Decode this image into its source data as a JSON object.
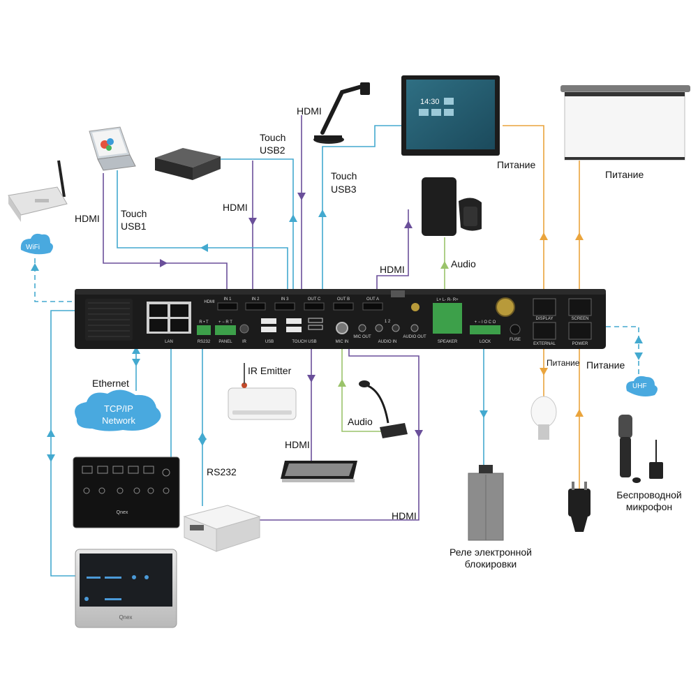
{
  "colors": {
    "purple": "#6a4f9a",
    "blue": "#43a9cf",
    "orange": "#eaa43c",
    "green": "#9ac36a",
    "device": "#1a1a1a",
    "cloud": "#49a9df"
  },
  "icons": {
    "wifi": "wifi-cloud-icon",
    "uhf": "uhf-cloud-icon",
    "network": "network-cloud-icon"
  },
  "controller": {
    "ports": {
      "hdmi": "HDMI",
      "in1": "IN 1",
      "in2": "IN 2",
      "in3": "IN 3",
      "outc": "OUT C",
      "outb": "OUT B",
      "outa": "OUT A",
      "lan": "LAN",
      "rs232": "RS232",
      "panel": "PANEL",
      "ir": "IR",
      "usb": "USB",
      "touch_usb": "TOUCH USB",
      "mic_in": "MIC IN",
      "mic_out": "MIC OUT",
      "audio_in": "AUDIO IN",
      "audio_out": "AUDIO OUT",
      "speaker": "SPEAKER",
      "lock": "LOCK",
      "fuse": "FUSE",
      "display": "DISPLAY",
      "screen": "SCREEN",
      "external": "EXTERNAL",
      "power": "POWER",
      "rs232_pins": "R • T",
      "panel_pins": "+ − R T",
      "speaker_pins": "L+ L- R- R+",
      "audio_ch": "1    2",
      "lock_pins": "+ − I O C O"
    }
  },
  "display": {
    "clock": "14:30"
  },
  "panel_brand": "Qnex",
  "labels": {
    "hdmi_laptop": "HDMI",
    "touch_usb1_a": "Touch",
    "touch_usb1_b": "USB1",
    "hdmi_box": "HDMI",
    "touch_usb2_a": "Touch",
    "touch_usb2_b": "USB2",
    "hdmi_camera": "HDMI",
    "touch_usb3_a": "Touch",
    "touch_usb3_b": "USB3",
    "hdmi_display": "HDMI",
    "audio_speaker": "Audio",
    "power_display": "Питание",
    "power_screen": "Питание",
    "wifi": "WiFi",
    "ethernet": "Ethernet",
    "network": "TCP/IP\nNetwork",
    "ir_emitter": "IR Emitter",
    "audio_mic": "Audio",
    "hdmi_monitor": "HDMI",
    "rs232": "RS232",
    "hdmi_projector": "HDMI",
    "relay": "Реле электронной\nблокировки",
    "power_lamp": "Питание",
    "power_plug": "Питание",
    "uhf": "UHF",
    "wireless_mic": "Беспроводной\nмикрофон"
  }
}
